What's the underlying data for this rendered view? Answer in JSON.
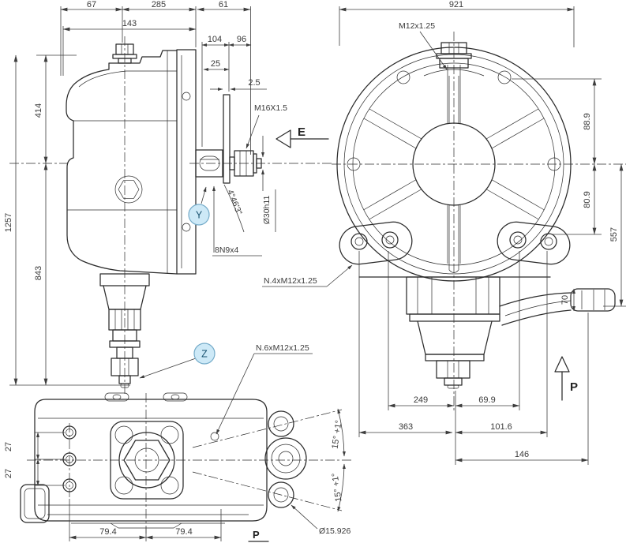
{
  "title": "gearbox-technical-drawing",
  "colors": {
    "line": "#2b2b2b",
    "dim_text": "#3a3a3a",
    "balloon_fill": "#cde9f7",
    "balloon_stroke": "#74abc9",
    "balloon_text": "#17506e"
  },
  "side_view": {
    "dim_67": "67",
    "dim_285": "285",
    "dim_61": "61",
    "dim_143": "143",
    "dim_104": "104",
    "dim_96": "96",
    "dim_25": "25",
    "dim_2_5": "2.5",
    "dim_414": "414",
    "dim_1257": "1257",
    "dim_843": "843",
    "thread_label": "M16X1.5",
    "view_arrow_label": "E",
    "shaft_dia_label": "Ø30h11",
    "taper_label": "4°46'3\"",
    "keyway_label": "8N9x4",
    "balloon_y": "Y",
    "balloon_z": "Z"
  },
  "front_view": {
    "dim_921": "921",
    "dim_88_9": "88.9",
    "dim_80_9": "80.9",
    "dim_557": "557",
    "dim_70": "70",
    "dim_249": "249",
    "dim_69_9": "69.9",
    "dim_363": "363",
    "dim_101_6": "101.6",
    "dim_146": "146",
    "thread_top_label": "M12x1.25",
    "studs_label": "N.4xM12x1.25",
    "view_arrow_label": "P"
  },
  "bottom_view": {
    "dim_27_a": "27",
    "dim_27_b": "27",
    "dim_79_4_a": "79.4",
    "dim_79_4_b": "79.4",
    "angle_upper": "15° +1°",
    "angle_lower": "15° +1°",
    "studs_label": "N.6xM12x1.25",
    "pin_dia_label": "Ø15.926",
    "view_label": "P"
  }
}
